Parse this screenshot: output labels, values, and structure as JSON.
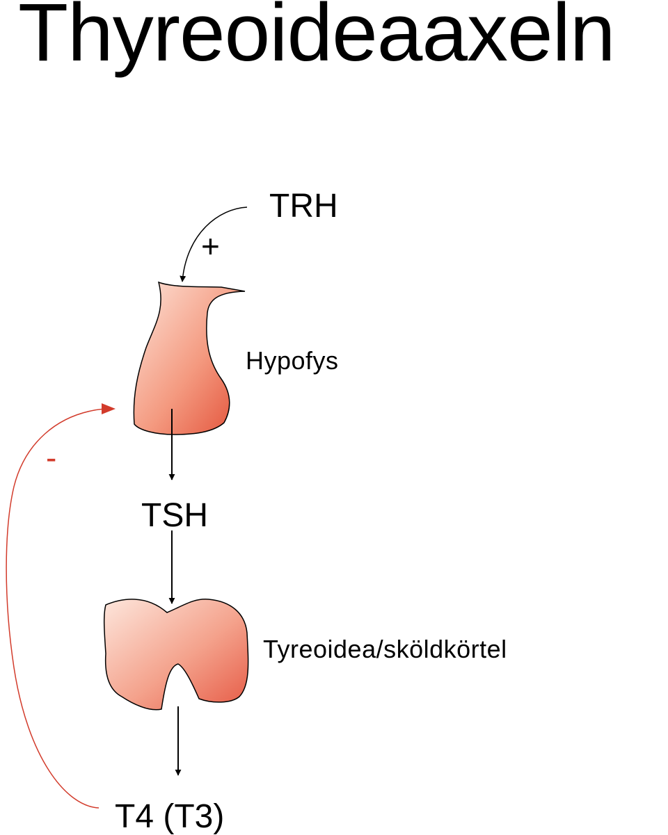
{
  "title": "Thyreoideaaxeln",
  "labels": {
    "trh": "TRH",
    "plus": "+",
    "hypofys": "Hypofys",
    "tsh": "TSH",
    "tyreoidea": "Tyreoidea/sköldkörtel",
    "t4": "T4 (T3)",
    "minus": "-"
  },
  "colors": {
    "gland_light": "#fde1d6",
    "gland_dark": "#e5533c",
    "feedback": "#d23b2b",
    "arrow": "#000000"
  }
}
